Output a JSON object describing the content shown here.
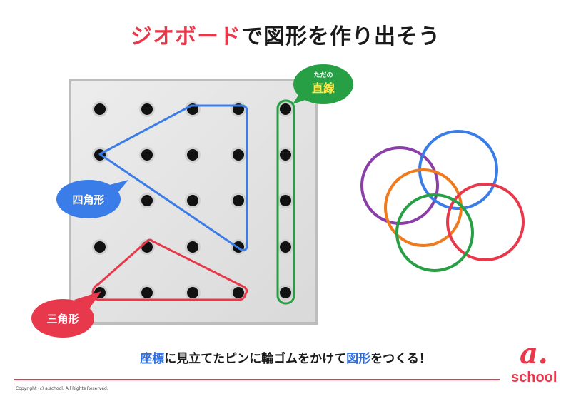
{
  "title": {
    "accent": "ジオボード",
    "rest": "で図形を作り出そう"
  },
  "callouts": {
    "line_small": "ただの",
    "line_big": "直線",
    "quadrilateral": "四角形",
    "triangle": "三角形"
  },
  "caption": {
    "part1": "座標",
    "part2": "に見立てたピンに輪ゴムをかけて",
    "part3": "図形",
    "part4": "をつくる！"
  },
  "footer": {
    "copyright": "Copyright (c) a.school. All Rights Reserved."
  },
  "logo": {
    "mark": "a.",
    "word": "school"
  },
  "colors": {
    "red": "#e8384b",
    "blue": "#3b7de8",
    "green": "#27a045",
    "purple": "#8a3ea8",
    "orange": "#f07a1e",
    "board": "#e3e3e3"
  }
}
